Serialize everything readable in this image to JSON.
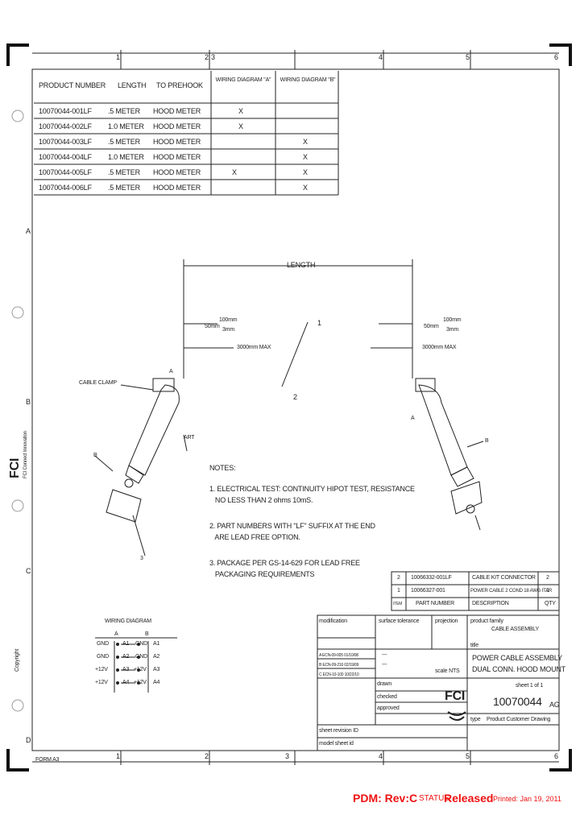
{
  "zones": {
    "top": [
      "1",
      "2",
      "3",
      "4",
      "5",
      "6"
    ],
    "bottom": [
      "1",
      "2",
      "3",
      "4",
      "5",
      "6"
    ],
    "left": [
      "A",
      "B",
      "C",
      "D"
    ]
  },
  "table": {
    "headers": [
      "PRODUCT NUMBER",
      "LENGTH",
      "TO PREHOOK",
      "WIRING DIAGRAM \"A\"",
      "WIRING DIAGRAM \"B\""
    ],
    "rows": [
      [
        "10070044-001LF",
        ".5 METER",
        "HOOD METER",
        "X",
        ""
      ],
      [
        "10070044-002LF",
        "1.0 METER",
        "HOOD METER",
        "X",
        ""
      ],
      [
        "10070044-003LF",
        ".5 METER",
        "HOOD METER",
        "",
        "X"
      ],
      [
        "10070044-004LF",
        "1.0 METER",
        "HOOD METER",
        "",
        "X"
      ],
      [
        "10070044-005LF",
        ".5 METER",
        "HOOD METER",
        "X",
        "X"
      ],
      [
        "10070044-006LF",
        ".5 METER",
        "HOOD METER",
        "",
        "X"
      ]
    ]
  },
  "drawing": {
    "length_label": "LENGTH",
    "dim_left_1": "100mm",
    "dim_left_2": "50mm",
    "dim_left_3": "3mm",
    "dim_right_1": "100mm",
    "dim_right_2": "50mm",
    "dim_right_3": "3mm",
    "dim_mid_left": "3000mm MAX",
    "dim_mid_right": "3000mm MAX",
    "cable_clamp": "CABLE CLAMP",
    "callout_1": "1",
    "callout_2": "2",
    "callout_a_left": "A",
    "callout_a_right": "A",
    "callout_b_left": "B",
    "callout_b_right": "B",
    "callout_art": "ART",
    "callout_3": "3"
  },
  "notes": {
    "title": "NOTES:",
    "items": [
      "1. ELECTRICAL TEST: CONTINUITY HIPOT TEST, RESISTANCE",
      "   NO LESS THAN 2 ohms 10mS.",
      "2. PART NUMBERS WITH \"LF\" SUFFIX AT THE END",
      "   ARE LEAD FREE OPTION.",
      "3. PACKAGE PER GS-14-629 FOR LEAD FREE",
      "   PACKAGING REQUIREMENTS"
    ]
  },
  "bom": {
    "rows": [
      [
        "2",
        "10066332-001LF",
        "CABLE KIT CONNECTOR",
        "2"
      ],
      [
        "1",
        "10066327-001",
        "POWER CABLE 2 COND 18 AWG ITAR",
        "1"
      ],
      [
        "ITEM",
        "PART NUMBER",
        "DESCRIPTION",
        "QTY"
      ]
    ]
  },
  "wiring": {
    "title": "WIRING DIAGRAM",
    "col_a": "A",
    "col_b": "B",
    "rows": [
      [
        "GND",
        "A1",
        "GND",
        "A1"
      ],
      [
        "GND",
        "A2",
        "GND",
        "A2"
      ],
      [
        "+12V",
        "A3",
        "+12V",
        "A3"
      ],
      [
        "+12V",
        "A4",
        "+12V",
        "A4"
      ]
    ]
  },
  "titleblock": {
    "modification": "modification",
    "tolerance": "surface tolerance",
    "projection": "projection",
    "product_family": "product family",
    "family_value": "CABLE ASSEMBLY",
    "title_label": "title",
    "title_1": "POWER CABLE ASSEMBLY",
    "title_2": "DUAL CONN. HOOD MOUNT",
    "number": "10070044",
    "rev": "AG",
    "sheet_of": "sheet 1 of 1",
    "type_label": "type",
    "type_value": "Product Customer Drawing",
    "scale": "scale NTS",
    "material": "---",
    "finish": "---",
    "rev_rows": [
      "A  ECN-09-005  01/10/08",
      "B  ECN-09-216  02/19/09",
      "C  ECN-10-100  10/22/10"
    ],
    "approvals": [
      "drawn",
      "checked",
      "approved"
    ],
    "sheet_row": "sheet   revision  ID",
    "model_row": "model   sheet  id",
    "format": "FORM A3"
  },
  "logo": {
    "brand": "FCI",
    "side_text": "FCI Connect Innovation",
    "copyright": "Copyright"
  },
  "footer": {
    "pdm": "PDM: Rev:C",
    "status_label": "STATUS",
    "status_value": "Released",
    "printed": "Printed: Jan 19, 2011"
  },
  "colors": {
    "line": "#222222",
    "red": "#e11111"
  }
}
